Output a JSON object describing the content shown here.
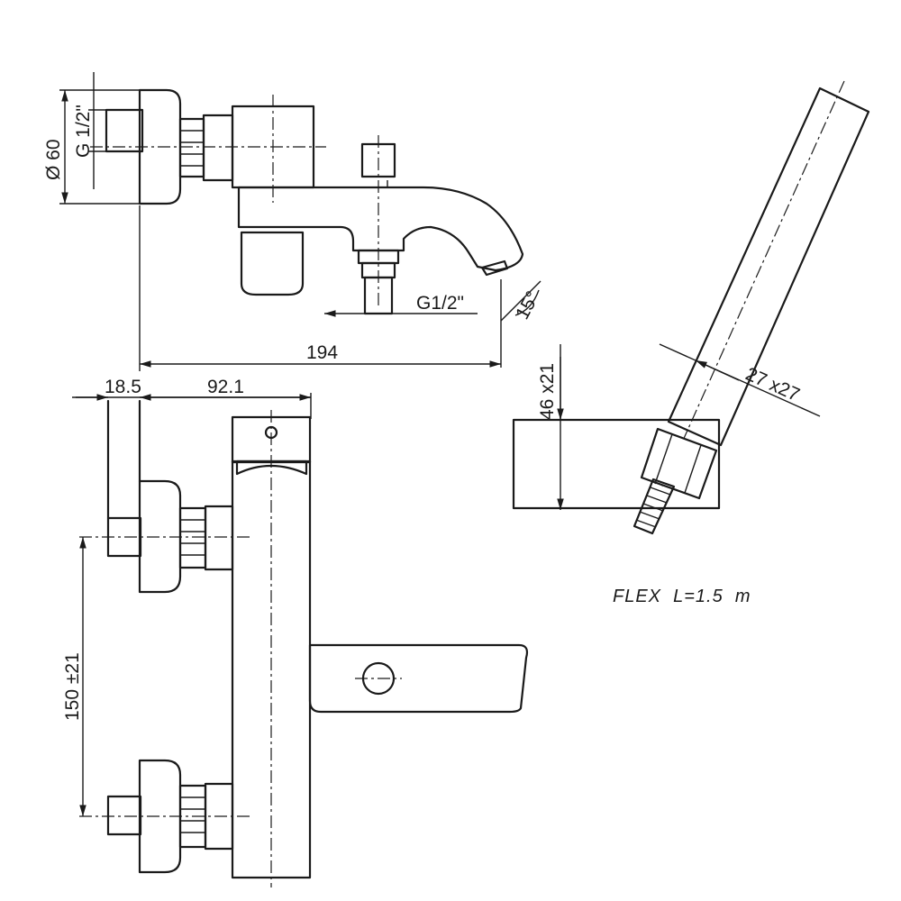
{
  "drawing": {
    "dimensions": {
      "diameter": "Ø 60",
      "inlet_thread": "G 1/2\"",
      "outlet_thread": "G1/2\"",
      "angle": "15°",
      "overall_length": "194",
      "offset": "18.5",
      "body_depth": "92.1",
      "center_distance": "150 ±21",
      "holder_height": "46 x21",
      "holder_width": "27 x27"
    },
    "notes": {
      "flex": "FLEX  L=1.5  m"
    }
  }
}
